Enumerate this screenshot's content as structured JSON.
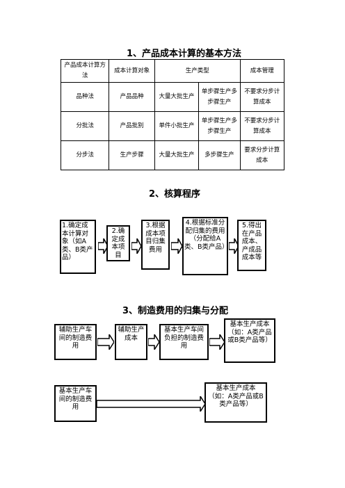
{
  "section1": {
    "title": "1、产品成本计算的基本方法",
    "headers": [
      "产品成本计算方法",
      "成本计算对象",
      "生产类型",
      "成本管理"
    ],
    "rows": [
      {
        "method": "品种法",
        "object": "产品品种",
        "scale": "大量大批生产",
        "steps": "单步骤生产多步骤生产",
        "mgmt": "不要求分步计算成本"
      },
      {
        "method": "分批法",
        "object": "产品批别",
        "scale": "单件小批生产",
        "steps": "单步骤生产多步骤生产",
        "mgmt": "不要求分步计算成本"
      },
      {
        "method": "分步法",
        "object": "生产步骤",
        "scale": "大量大批生产",
        "steps": "多步骤生产",
        "mgmt": "要求分步计算成本"
      }
    ]
  },
  "section2": {
    "title": "2、核算程序",
    "steps": [
      "1.确定成本计算对象（如A类、B类产品）",
      "2.确定成本项目",
      "3.根据成本项目归集费用",
      "4.根据标准分配归集的费用（分配给A类、B类产品）",
      "5.得出在产品成本、产成品成本等"
    ]
  },
  "section3": {
    "title": "3、制造费用的归集与分配",
    "row1": [
      "辅助生产车间的制造费用",
      "辅助生产成本",
      "基本生产车间负担的制造费用",
      "基本生产成本（如：A类产品或B类产品等）"
    ],
    "row2": [
      "基本生产车间的制造费用",
      "基本生产成本（如：A类产品或B类产品等）"
    ]
  }
}
